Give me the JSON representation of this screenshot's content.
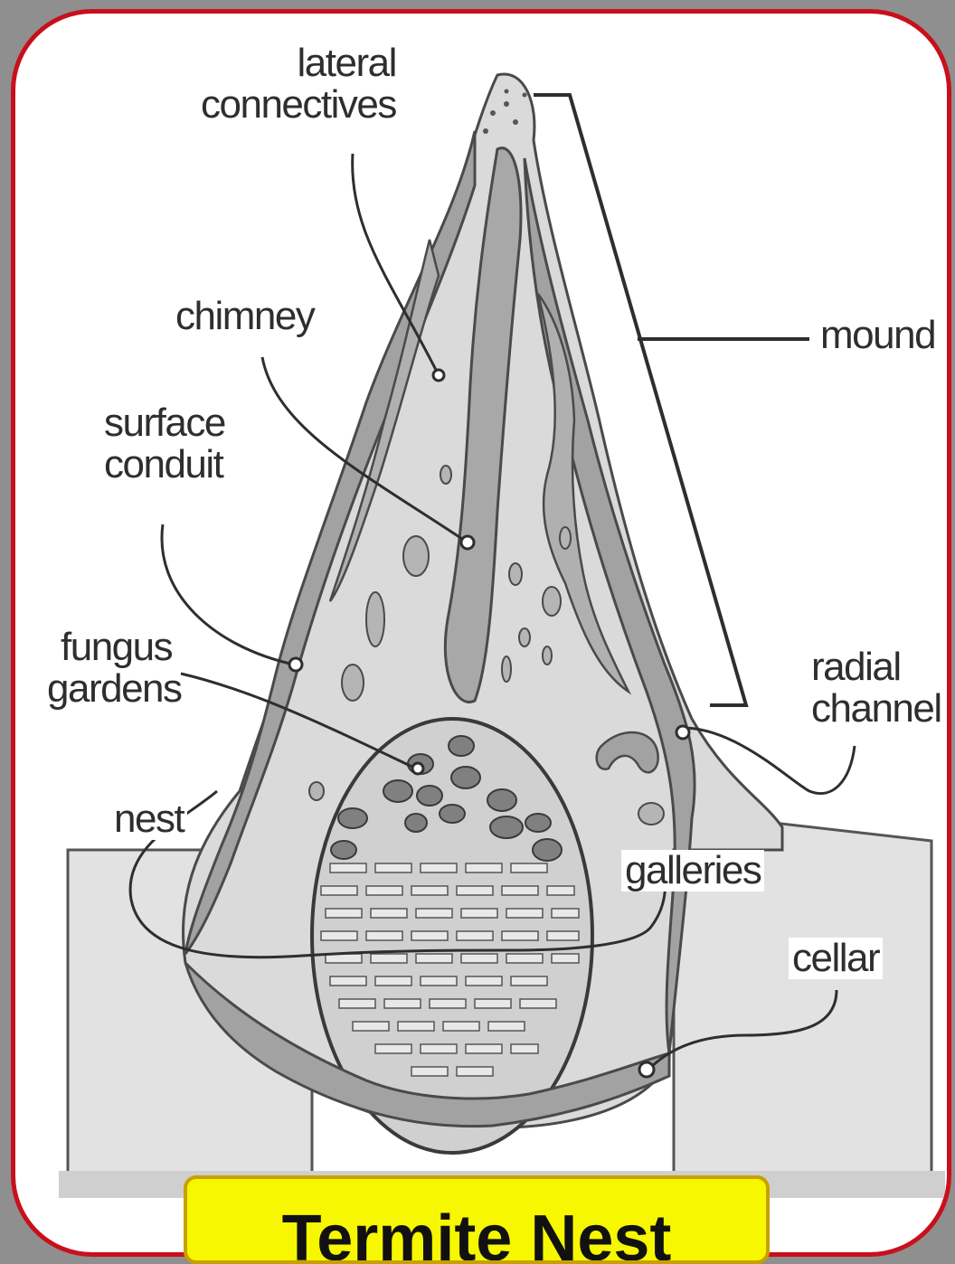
{
  "labels": {
    "lateral_connectives": [
      "lateral",
      "connectives"
    ],
    "chimney": "chimney",
    "surface_conduit": [
      "surface",
      "conduit"
    ],
    "fungus_gardens": [
      "fungus",
      "gardens"
    ],
    "nest": "nest",
    "mound": "mound",
    "radial_channel": [
      "radial",
      "channel"
    ],
    "galleries": "galleries",
    "cellar": "cellar"
  },
  "caption": "Termite Nest",
  "colors": {
    "frame_border": "#c8101c",
    "background": "#8f8f8f",
    "caption_fill": "#f6f700",
    "mound_fill": "#d9d9d9",
    "channel_fill": "#9d9d9d",
    "ground_fill": "#e2e2e2"
  }
}
